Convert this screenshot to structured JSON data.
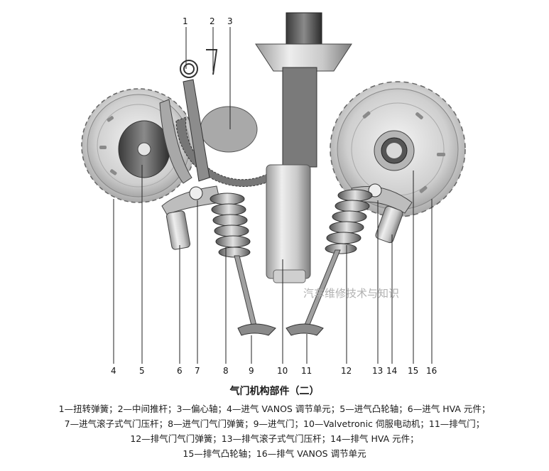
{
  "figure": {
    "callouts": [
      "1",
      "2",
      "3",
      "4",
      "5",
      "6",
      "7",
      "8",
      "9",
      "10",
      "11",
      "12",
      "13",
      "14",
      "15",
      "16"
    ],
    "watermark": "汽车维修技术与知识"
  },
  "caption": {
    "title": "气门机构部件（二）",
    "legend_lines": [
      "1—扭转弹簧；2—中间推杆；3—偏心轴；4—进气 VANOS 调节单元；5—进气凸轮轴；6—进气 HVA 元件；",
      "7—进气滚子式气门压杆；8—进气门气门弹簧；9—进气门；10—Valvetronic 伺服电动机；11—排气门；",
      "12—排气门气门弹簧；13—排气滚子式气门压杆；14—排气 HVA 元件；",
      "15—排气凸轮轴；16—排气 VANOS 调节单元"
    ]
  }
}
